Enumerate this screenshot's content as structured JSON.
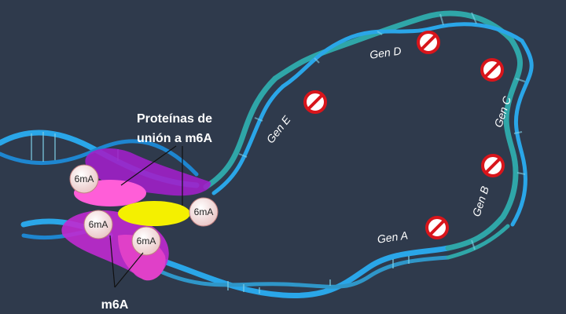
{
  "proteins_label_line1": "Proteínas de",
  "proteins_label_line2": "unión a m6A",
  "m6a_label": "m6A",
  "badge_text": "6mA",
  "genes": [
    {
      "label": "Gen A"
    },
    {
      "label": "Gen B"
    },
    {
      "label": "Gen C"
    },
    {
      "label": "Gen D"
    },
    {
      "label": "Gen E"
    }
  ],
  "colors": {
    "background": "#2f3a4c",
    "dna_light": "#2aa6e8",
    "dna_teal": "#2fa6a8",
    "protein_purple": "#a020c8",
    "protein_magenta": "#e040c8",
    "protein_pink": "#ff5ed8",
    "protein_yellow": "#f4f000",
    "no_sign_red": "#d8151b",
    "badge_fill": "#f3d9d9"
  }
}
